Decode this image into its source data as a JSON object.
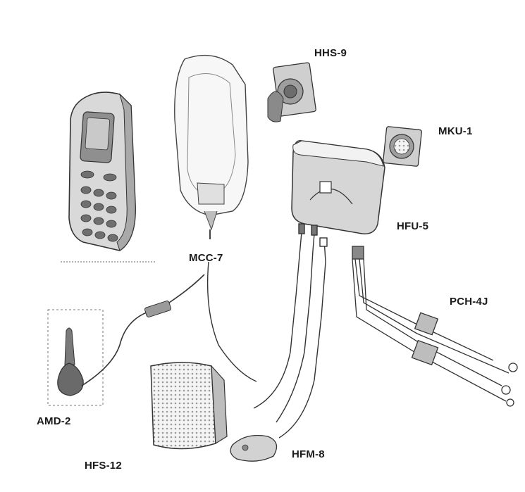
{
  "diagram": {
    "components": {
      "phone": {
        "label": ""
      },
      "mcc7": {
        "label": "MCC-7"
      },
      "hhs9": {
        "label": "HHS-9"
      },
      "mku1": {
        "label": "MKU-1"
      },
      "hfu5": {
        "label": "HFU-5"
      },
      "pch4j": {
        "label": "PCH-4J"
      },
      "amd2": {
        "label": "AMD-2"
      },
      "hfs12": {
        "label": "HFS-12"
      },
      "hfm8": {
        "label": "HFM-8"
      }
    },
    "colors": {
      "ink": "#1a1a1a",
      "line": "#333333",
      "shade": "#bdbdbd",
      "light": "#e6e6e6"
    }
  }
}
